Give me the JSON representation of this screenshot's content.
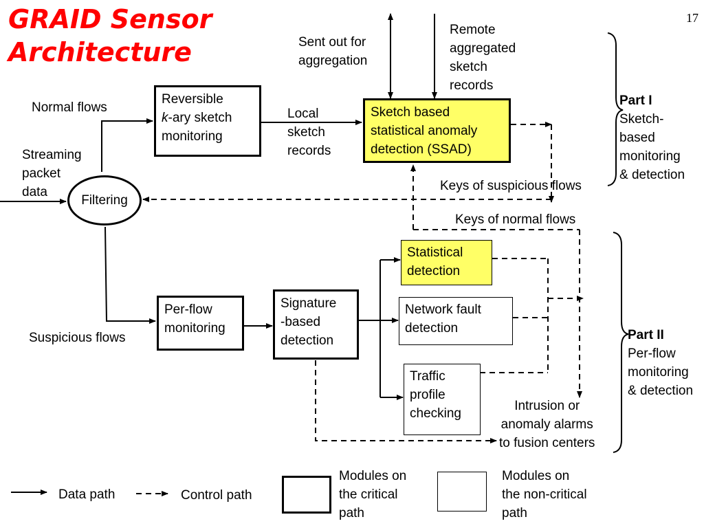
{
  "title_line1": "GRAID Sensor",
  "title_line2": "Architecture",
  "slide_number": "17",
  "labels": {
    "sent_out": "Sent out for\naggregation",
    "remote": "Remote\naggregated\nsketch\nrecords",
    "normal_flows": "Normal flows",
    "streaming": "Streaming\npacket\ndata",
    "local_sketch": "Local\nsketch\nrecords",
    "keys_suspicious": "Keys of suspicious flows",
    "keys_normal": "Keys of normal flows",
    "suspicious_flows": "Suspicious flows",
    "alarms": "Intrusion or\nanomaly alarms\nto fusion centers"
  },
  "boxes": {
    "reversible_1": "Reversible",
    "reversible_k": "k",
    "reversible_2": "-ary sketch",
    "reversible_3": "monitoring",
    "ssad": "Sketch based\nstatistical anomaly\ndetection (SSAD)",
    "filtering": "Filtering",
    "statistical": "Statistical\ndetection",
    "network_fault": "Network fault\ndetection",
    "traffic": "Traffic\nprofile\nchecking",
    "perflow": "Per-flow\nmonitoring",
    "signature": "Signature\n-based\ndetection"
  },
  "parts": {
    "part1_title": "Part I",
    "part1_desc": "Sketch-\nbased\nmonitoring\n& detection",
    "part2_title": "Part II",
    "part2_desc": "Per-flow\nmonitoring\n& detection"
  },
  "legend": {
    "data_path": "Data path",
    "control_path": "Control path",
    "critical": "Modules on\nthe critical\npath",
    "noncritical": "Modules on\nthe non-critical\npath"
  },
  "colors": {
    "title": "#ff0000",
    "highlight": "#ffff66"
  }
}
